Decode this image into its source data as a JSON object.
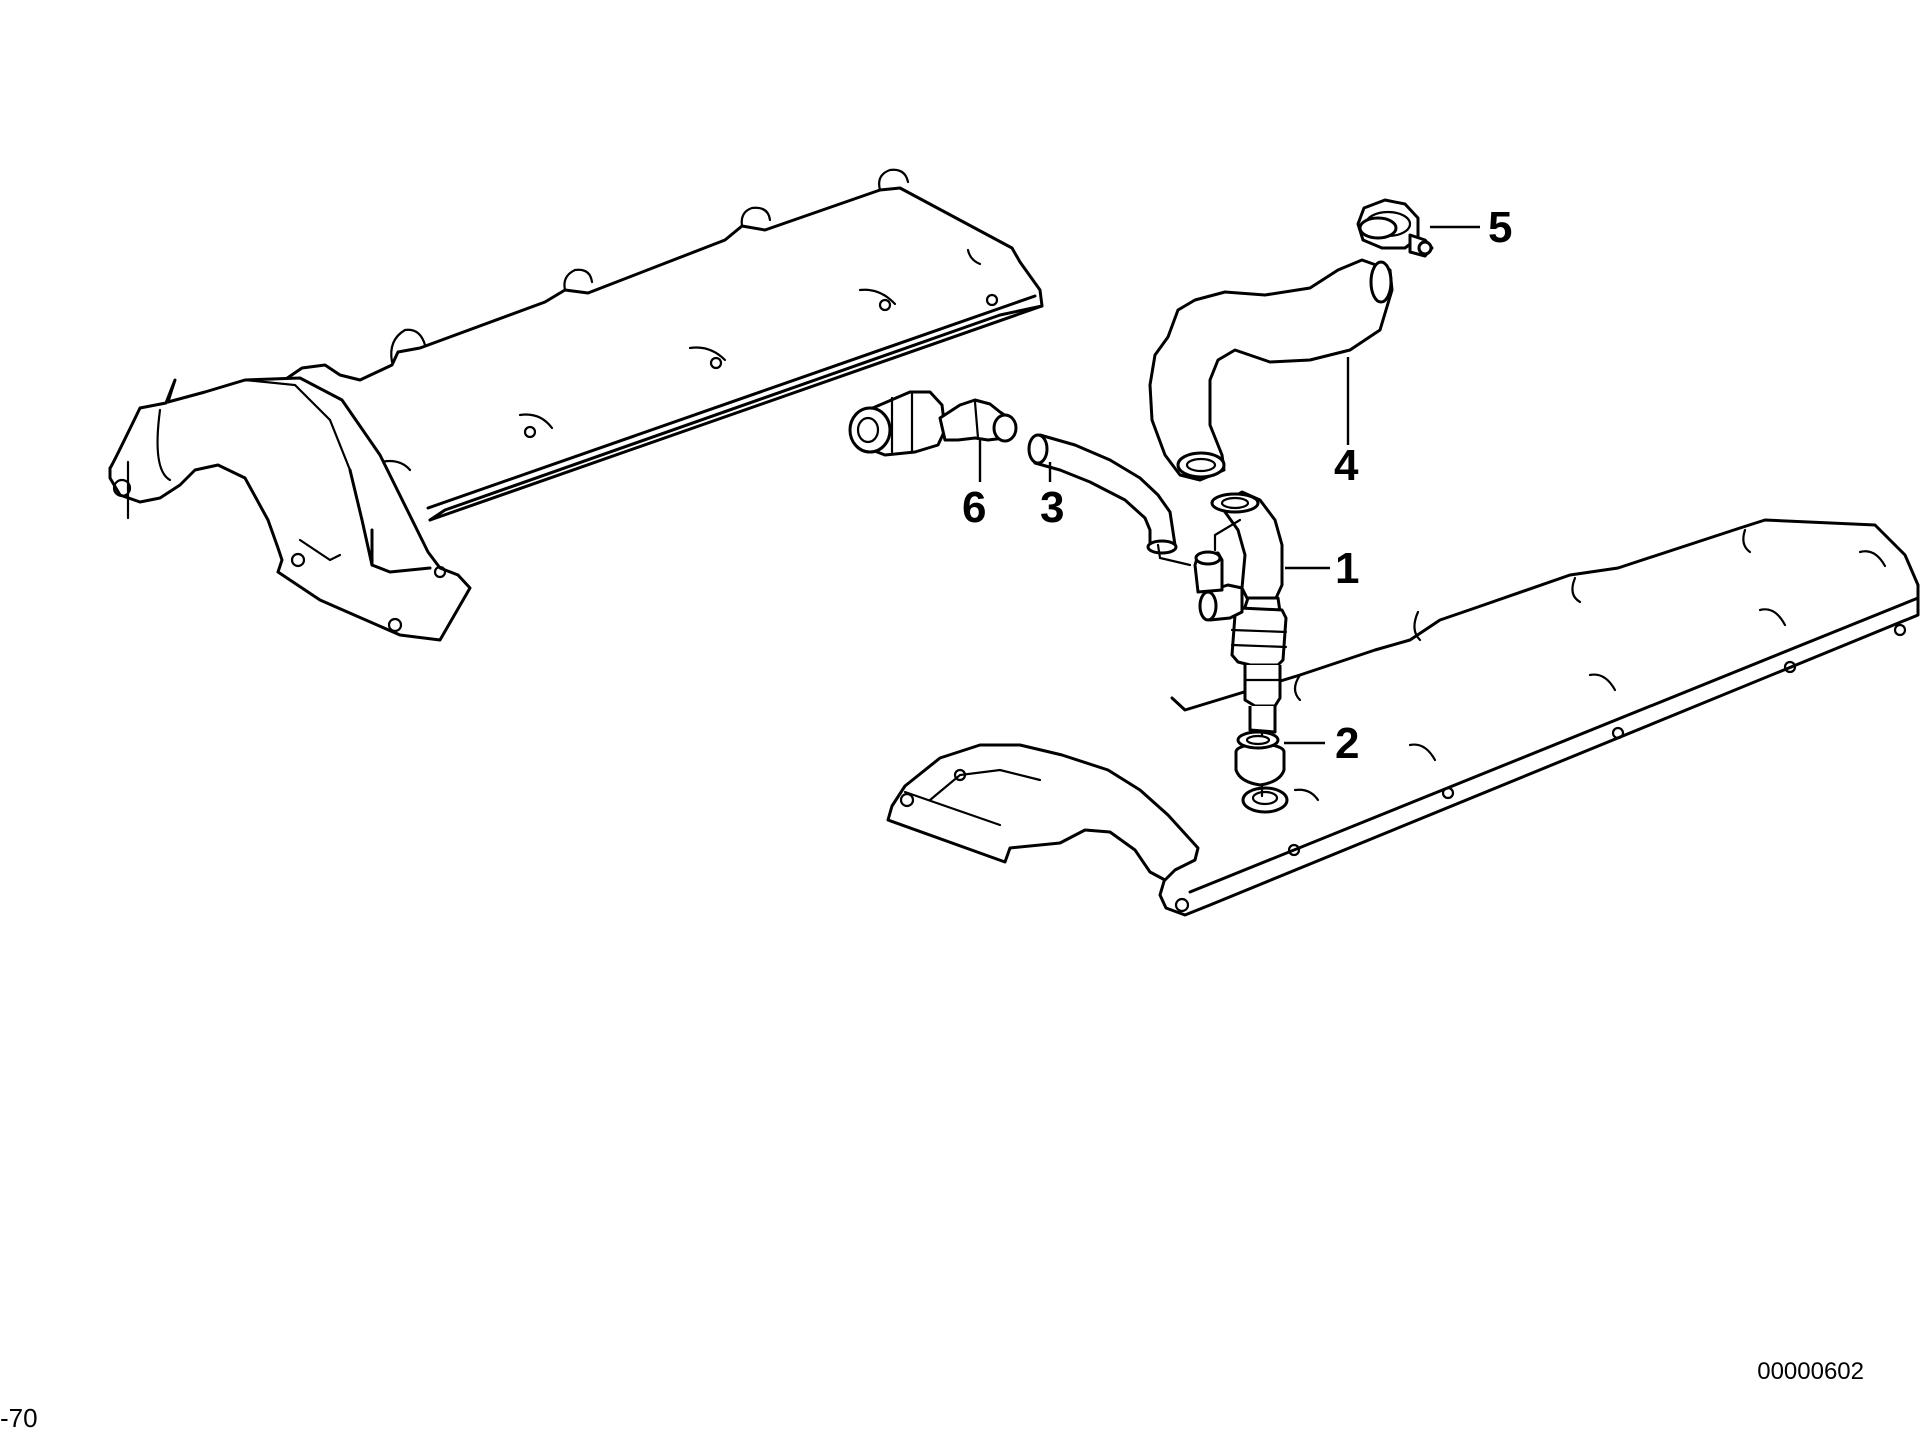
{
  "diagram": {
    "part_callouts": [
      "1",
      "2",
      "3",
      "4",
      "5",
      "6"
    ],
    "diagram_code": "00000602",
    "page_fragment": "-70",
    "line_color": "#000000",
    "background_color": "#ffffff"
  }
}
